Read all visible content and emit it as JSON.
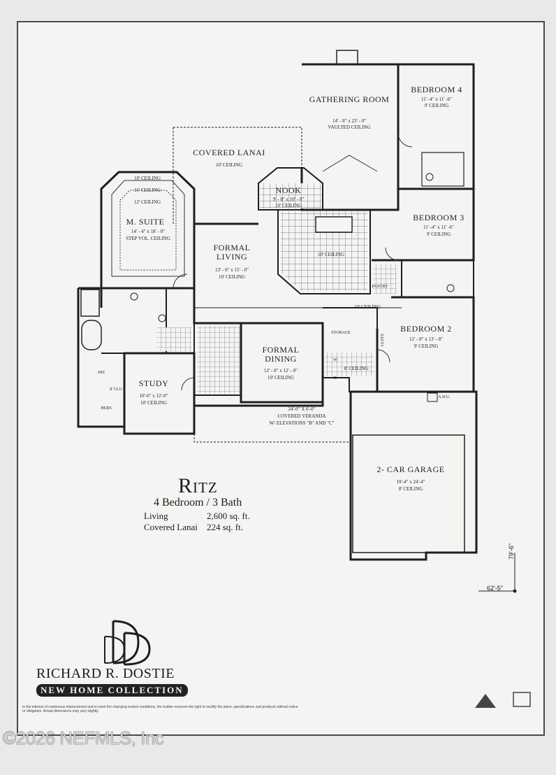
{
  "plan": {
    "rooms": [
      {
        "key": "gathering",
        "name": "GATHERING ROOM",
        "name2": "",
        "size": "14' - 8\" x 23' - 0\"",
        "ceiling": "VAULTED CEILING"
      },
      {
        "key": "bed4",
        "name": "BEDROOM 4",
        "size": "11' -4\" x 11' -6\"",
        "ceiling": "9' CEILING"
      },
      {
        "key": "lanai",
        "name": "COVERED LANAI",
        "ceiling": "10' CEILING"
      },
      {
        "key": "nook",
        "name": "NOOK",
        "size": "9' - 8\" x 10' - 8\"",
        "ceiling": "10' CEILING"
      },
      {
        "key": "suite",
        "name": "M. SUITE",
        "size": "14' - 4\" x 18' - 0\"",
        "ceiling": "STEP VOL. CEILING"
      },
      {
        "key": "bed3",
        "name": "BEDROOM 3",
        "size": "11' -4\" x 11' -6\"",
        "ceiling": "9' CEILING"
      },
      {
        "key": "living",
        "name": "FORMAL LIVING",
        "size": "13' - 0\" x 15' - 0\"",
        "ceiling": "10' CEILING"
      },
      {
        "key": "bed2",
        "name": "BEDROOM 2",
        "size": "12' - 8\" x 13' - 8\"",
        "ceiling": "9' CEILING"
      },
      {
        "key": "dining",
        "name": "FORMAL DINING",
        "size": "12' - 8\" x 12' - 0\"",
        "ceiling": "10' CEILING"
      },
      {
        "key": "study",
        "name": "STUDY",
        "size": "10'-6\" x 12'-0\"",
        "ceiling": "10' CEILING"
      },
      {
        "key": "veranda",
        "name": "24'-0\" X 6'-0\"",
        "line2": "COVERED VERANDA",
        "line3": "W/ ELEVATIONS \"B\" AND \"C\""
      },
      {
        "key": "garage",
        "name": "2- CAR GARAGE",
        "size": "19'-4\" x 24'-4\"",
        "ceiling": "8' CEILING"
      }
    ],
    "suite_ceilings": [
      "10' CEILING",
      "11' CEILING",
      "12' CEILING"
    ],
    "kitchen_ceiling": "10' CEILING",
    "hall_ceiling": "10' CEILING",
    "laundry_ceiling": "8' CEILING",
    "small_labels": {
      "pantry": "PANTRY",
      "storage": "STORAGE",
      "closet": "CLSTS",
      "his": "HIS",
      "hers": "HERS",
      "clg": "8' CLG",
      "ahu": "A.H.U.",
      "w": "W",
      "d": "D"
    },
    "overall_width": "62'-5\"",
    "overall_depth": "79'-6\""
  },
  "title": {
    "name": "Ritz",
    "bed_bath": "4 Bedroom / 3 Bath",
    "areas": [
      {
        "label": "Living",
        "value": "2,600 sq. ft."
      },
      {
        "label": "Covered Lanai",
        "value": "224 sq. ft."
      }
    ]
  },
  "brand": {
    "monogram": "RDD",
    "name": "RICHARD R. DOSTIE",
    "collection": "NEW HOME COLLECTION",
    "disclaimer": "In the interest of continuous improvement and to meet the changing market conditions, the builder reserves the right to modify the plans, specifications and products without notice or obligation. Actual dimensions may vary slightly."
  },
  "copyright": "©2026 NEFMLS, Inc"
}
